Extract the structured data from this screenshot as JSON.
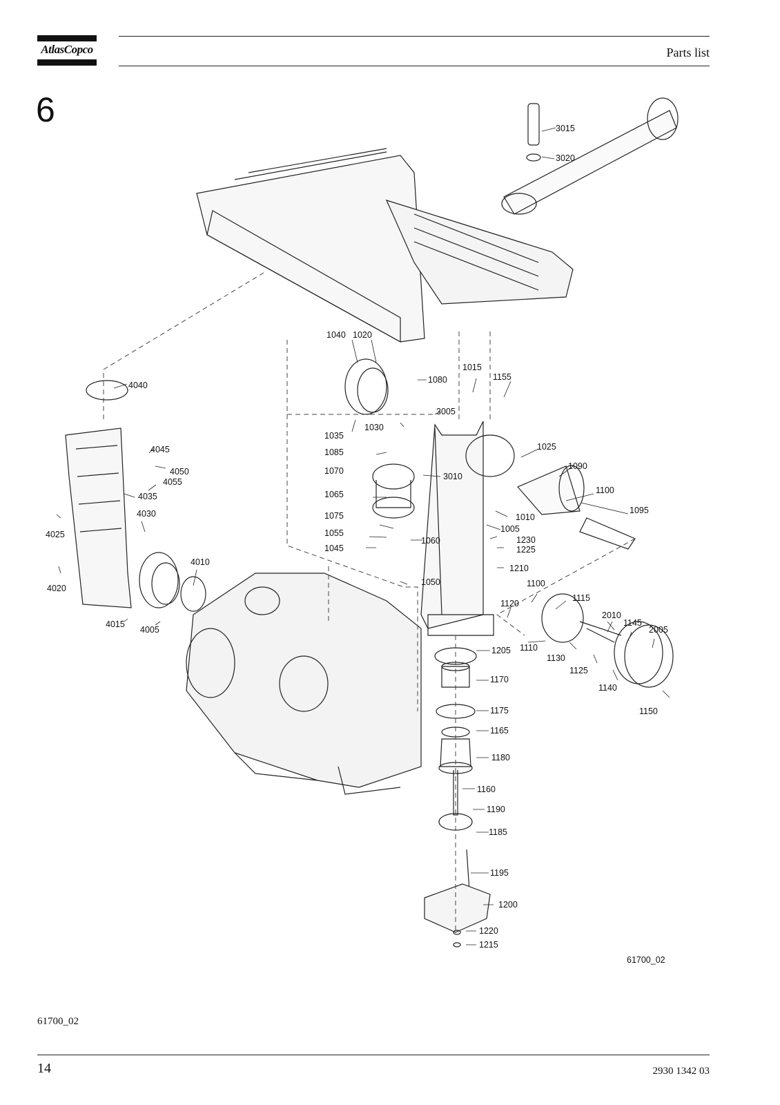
{
  "header": {
    "brand": "AtlasCopco",
    "title": "Parts list"
  },
  "section_number": "6",
  "figure": {
    "drawing_id": "61700_02",
    "callouts": [
      {
        "label": "3015"
      },
      {
        "label": "3020"
      },
      {
        "label": "1040"
      },
      {
        "label": "1020"
      },
      {
        "label": "1015"
      },
      {
        "label": "1155"
      },
      {
        "label": "1080"
      },
      {
        "label": "4040"
      },
      {
        "label": "3005"
      },
      {
        "label": "1030"
      },
      {
        "label": "1035"
      },
      {
        "label": "1025"
      },
      {
        "label": "4045"
      },
      {
        "label": "1085"
      },
      {
        "label": "1090"
      },
      {
        "label": "4050"
      },
      {
        "label": "4055"
      },
      {
        "label": "1070"
      },
      {
        "label": "3010"
      },
      {
        "label": "1100"
      },
      {
        "label": "4035"
      },
      {
        "label": "1065"
      },
      {
        "label": "1095"
      },
      {
        "label": "4030"
      },
      {
        "label": "1010"
      },
      {
        "label": "1075"
      },
      {
        "label": "1005"
      },
      {
        "label": "4025"
      },
      {
        "label": "1055"
      },
      {
        "label": "1060"
      },
      {
        "label": "1230"
      },
      {
        "label": "1045"
      },
      {
        "label": "1225"
      },
      {
        "label": "4010"
      },
      {
        "label": "1210"
      },
      {
        "label": "4020"
      },
      {
        "label": "1050"
      },
      {
        "label": "1100"
      },
      {
        "label": "1115"
      },
      {
        "label": "1120"
      },
      {
        "label": "2010"
      },
      {
        "label": "1145"
      },
      {
        "label": "4015"
      },
      {
        "label": "4005"
      },
      {
        "label": "2005"
      },
      {
        "label": "1110"
      },
      {
        "label": "1205"
      },
      {
        "label": "1130"
      },
      {
        "label": "1125"
      },
      {
        "label": "1170"
      },
      {
        "label": "1140"
      },
      {
        "label": "1150"
      },
      {
        "label": "1175"
      },
      {
        "label": "1165"
      },
      {
        "label": "1180"
      },
      {
        "label": "1160"
      },
      {
        "label": "1190"
      },
      {
        "label": "1185"
      },
      {
        "label": "1195"
      },
      {
        "label": "1200"
      },
      {
        "label": "1220"
      },
      {
        "label": "1215"
      }
    ]
  },
  "footer": {
    "figure_ref": "61700_02",
    "page_number": "14",
    "document_number": "2930 1342 03"
  }
}
